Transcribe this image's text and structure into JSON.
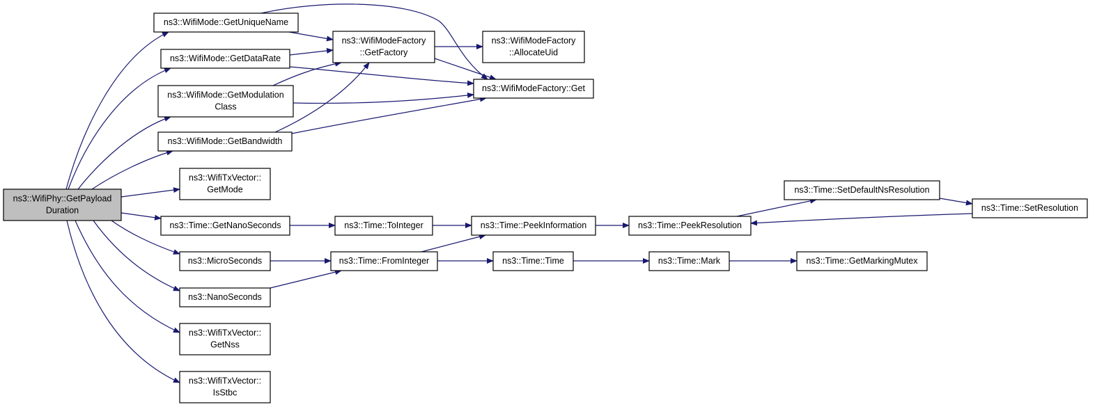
{
  "edge_color": "#191970",
  "root_fill": "#bfbfbf",
  "nodes": [
    {
      "id": "root",
      "lines": [
        "ns3::WifiPhy::GetPayload",
        "Duration"
      ],
      "root": true
    },
    {
      "id": "wm_unique",
      "lines": [
        "ns3::WifiMode::GetUniqueName"
      ]
    },
    {
      "id": "wm_datarate",
      "lines": [
        "ns3::WifiMode::GetDataRate"
      ]
    },
    {
      "id": "wm_modclass",
      "lines": [
        "ns3::WifiMode::GetModulation",
        "Class"
      ]
    },
    {
      "id": "wm_bandwidth",
      "lines": [
        "ns3::WifiMode::GetBandwidth"
      ]
    },
    {
      "id": "tx_getmode",
      "lines": [
        "ns3::WifiTxVector::",
        "GetMode"
      ]
    },
    {
      "id": "time_getnano",
      "lines": [
        "ns3::Time::GetNanoSeconds"
      ]
    },
    {
      "id": "microseconds",
      "lines": [
        "ns3::MicroSeconds"
      ]
    },
    {
      "id": "nanoseconds",
      "lines": [
        "ns3::NanoSeconds"
      ]
    },
    {
      "id": "tx_getnss",
      "lines": [
        "ns3::WifiTxVector::",
        "GetNss"
      ]
    },
    {
      "id": "tx_isstbc",
      "lines": [
        "ns3::WifiTxVector::",
        "IsStbc"
      ]
    },
    {
      "id": "wmf_getfactory",
      "lines": [
        "ns3::WifiModeFactory",
        "::GetFactory"
      ]
    },
    {
      "id": "wmf_allocuid",
      "lines": [
        "ns3::WifiModeFactory",
        "::AllocateUid"
      ]
    },
    {
      "id": "wmf_get",
      "lines": [
        "ns3::WifiModeFactory::Get"
      ]
    },
    {
      "id": "time_tointeger",
      "lines": [
        "ns3::Time::ToInteger"
      ]
    },
    {
      "id": "time_frominteger",
      "lines": [
        "ns3::Time::FromInteger"
      ]
    },
    {
      "id": "time_peekinfo",
      "lines": [
        "ns3::Time::PeekInformation"
      ]
    },
    {
      "id": "time_time",
      "lines": [
        "ns3::Time::Time"
      ]
    },
    {
      "id": "time_peekres",
      "lines": [
        "ns3::Time::PeekResolution"
      ]
    },
    {
      "id": "time_mark",
      "lines": [
        "ns3::Time::Mark"
      ]
    },
    {
      "id": "time_setdefault",
      "lines": [
        "ns3::Time::SetDefaultNsResolution"
      ]
    },
    {
      "id": "time_setres",
      "lines": [
        "ns3::Time::SetResolution"
      ]
    },
    {
      "id": "time_markingmutex",
      "lines": [
        "ns3::Time::GetMarkingMutex"
      ]
    }
  ],
  "edges": [
    [
      "root",
      "wm_unique"
    ],
    [
      "root",
      "wm_datarate"
    ],
    [
      "root",
      "wm_modclass"
    ],
    [
      "root",
      "wm_bandwidth"
    ],
    [
      "root",
      "tx_getmode"
    ],
    [
      "root",
      "time_getnano"
    ],
    [
      "root",
      "microseconds"
    ],
    [
      "root",
      "nanoseconds"
    ],
    [
      "root",
      "tx_getnss"
    ],
    [
      "root",
      "tx_isstbc"
    ],
    [
      "wm_unique",
      "wmf_getfactory"
    ],
    [
      "wm_unique",
      "wmf_get"
    ],
    [
      "wm_datarate",
      "wmf_getfactory"
    ],
    [
      "wm_datarate",
      "wmf_get"
    ],
    [
      "wm_modclass",
      "wmf_getfactory"
    ],
    [
      "wm_modclass",
      "wmf_get"
    ],
    [
      "wm_bandwidth",
      "wmf_getfactory"
    ],
    [
      "wm_bandwidth",
      "wmf_get"
    ],
    [
      "wmf_getfactory",
      "wmf_allocuid"
    ],
    [
      "wmf_getfactory",
      "wmf_get"
    ],
    [
      "time_getnano",
      "time_tointeger"
    ],
    [
      "time_tointeger",
      "time_peekinfo"
    ],
    [
      "microseconds",
      "time_frominteger"
    ],
    [
      "nanoseconds",
      "time_frominteger"
    ],
    [
      "time_frominteger",
      "time_peekinfo"
    ],
    [
      "time_frominteger",
      "time_time"
    ],
    [
      "time_peekinfo",
      "time_peekres"
    ],
    [
      "time_peekres",
      "time_setdefault"
    ],
    [
      "time_setdefault",
      "time_setres"
    ],
    [
      "time_setres",
      "time_peekres"
    ],
    [
      "time_time",
      "time_mark"
    ],
    [
      "time_mark",
      "time_markingmutex"
    ]
  ]
}
